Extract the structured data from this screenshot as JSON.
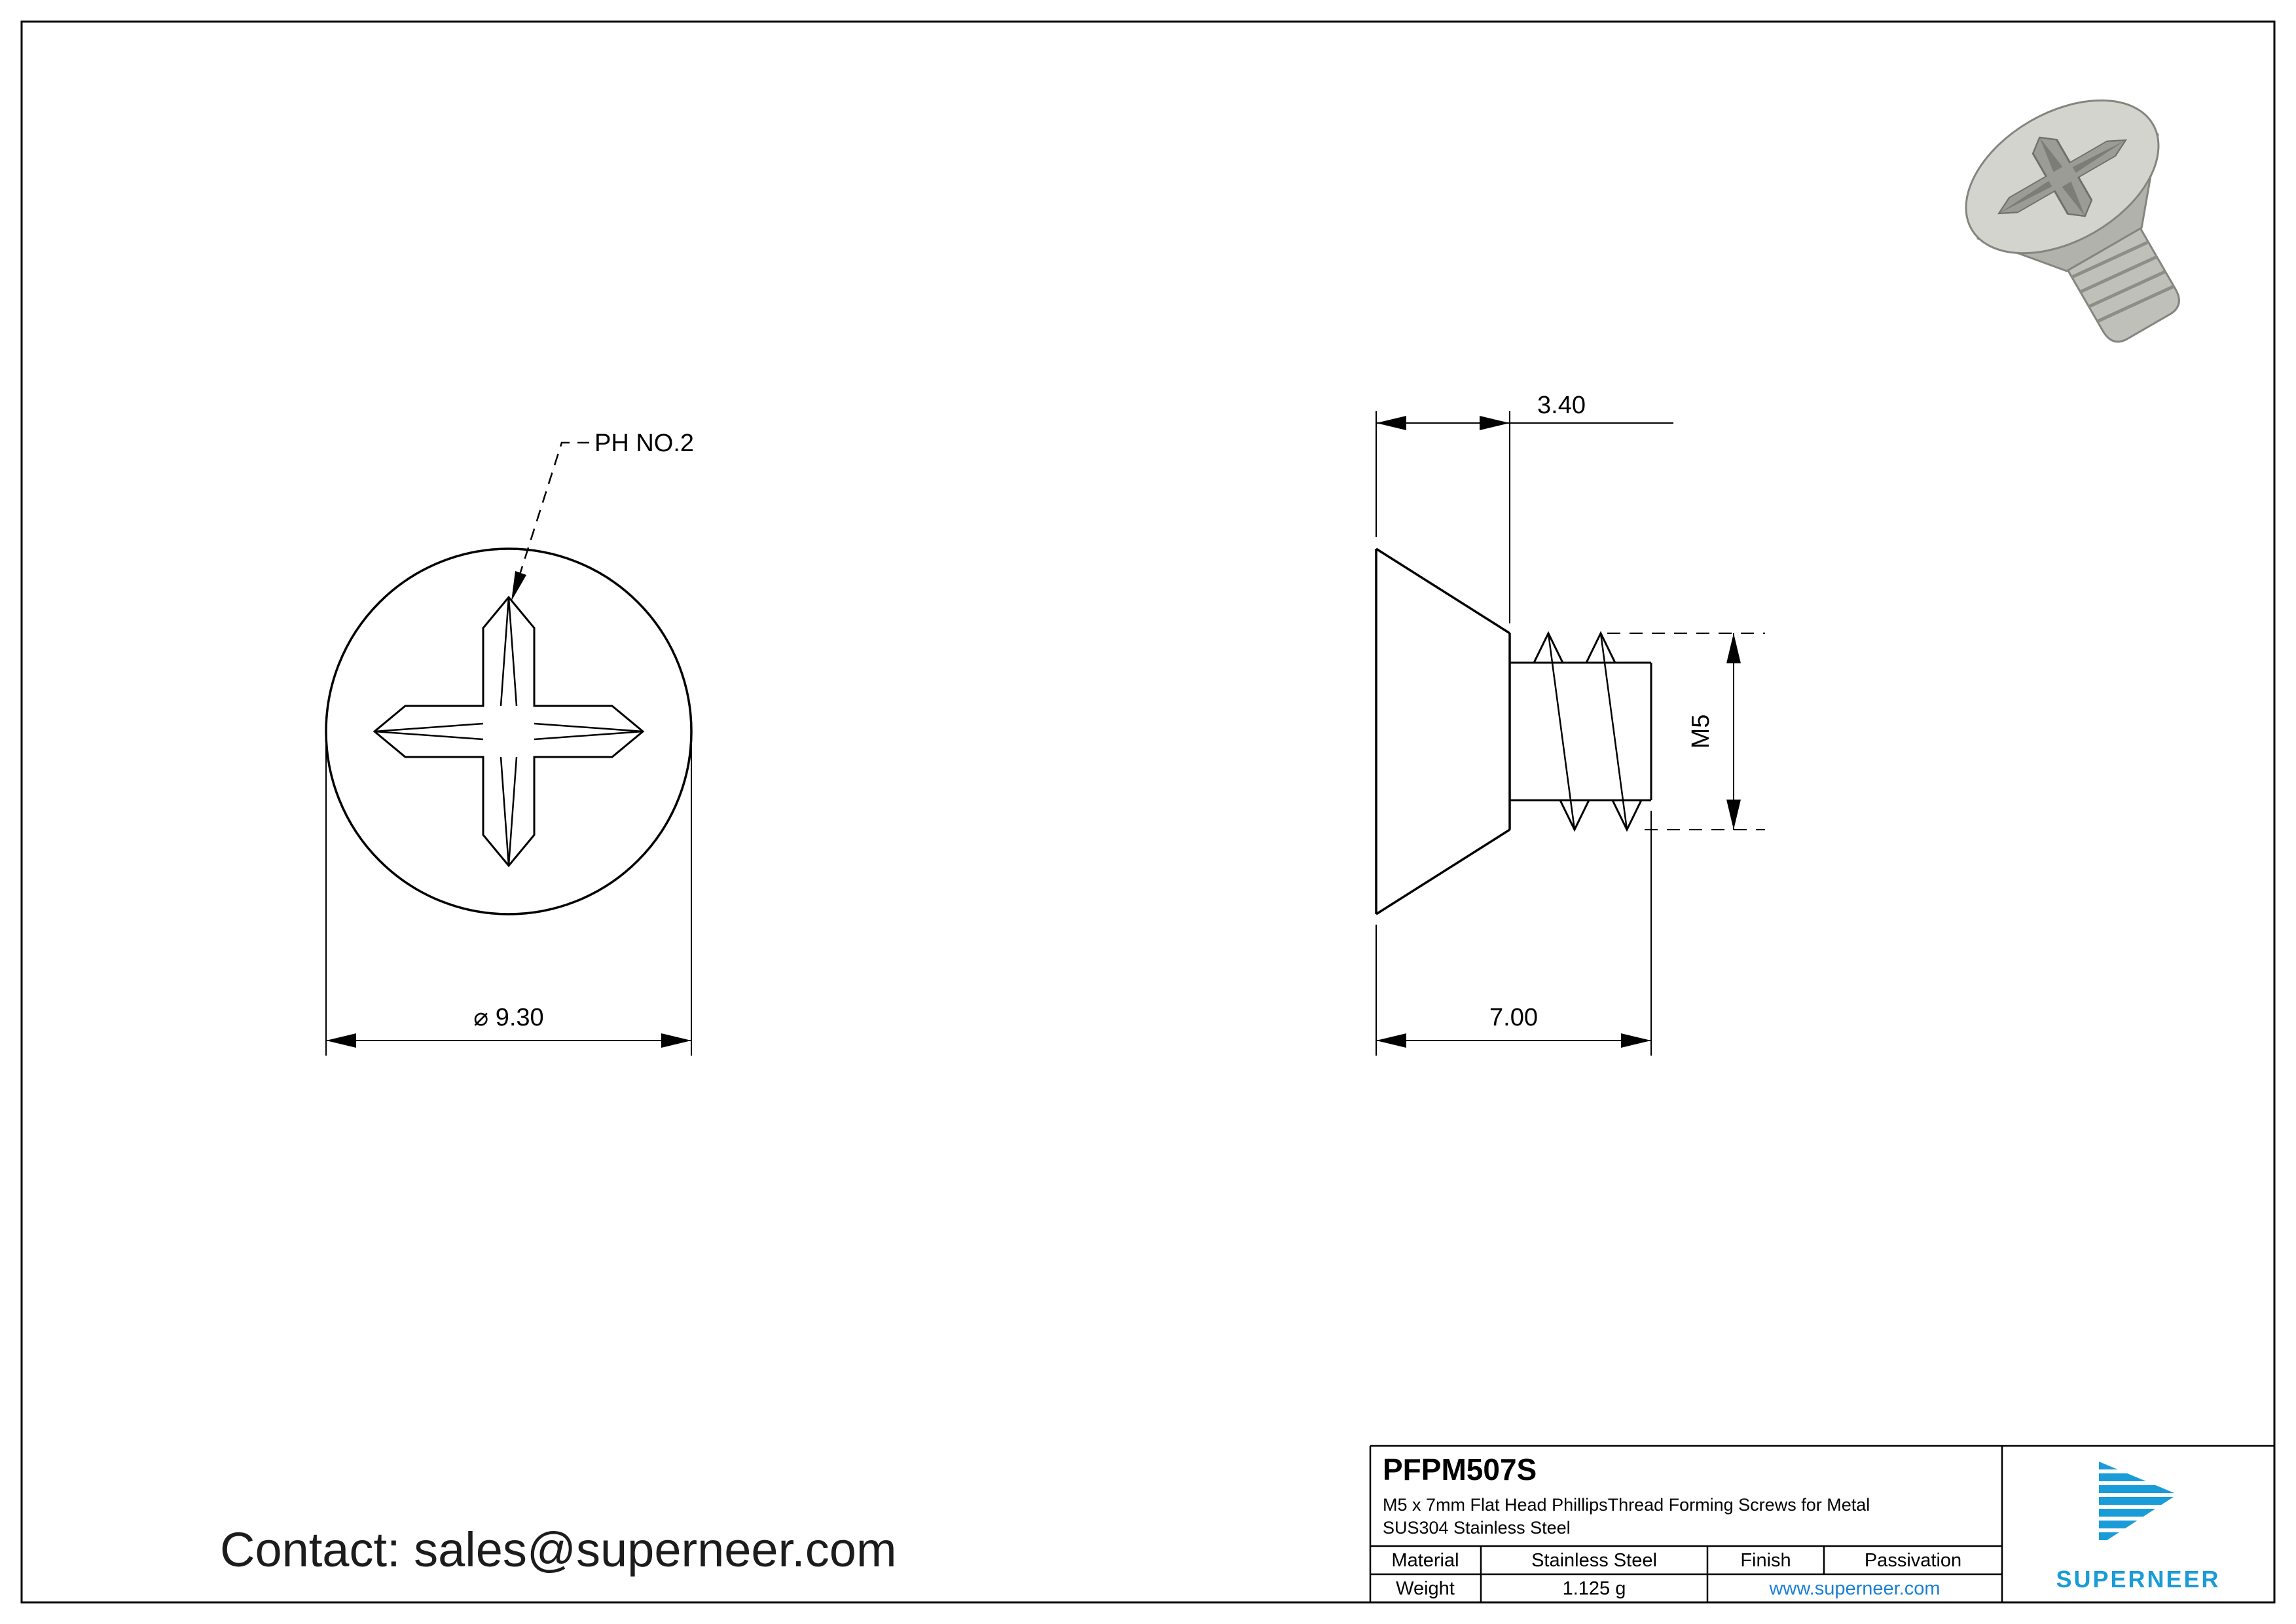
{
  "drawing": {
    "front_view": {
      "recess_label": "PH NO.2",
      "diameter_label": "⌀ 9.30"
    },
    "side_view": {
      "head_height_label": "3.40",
      "thread_label": "M5",
      "length_label": "7.00"
    }
  },
  "contact": {
    "label": "Contact: sales@superneer.com"
  },
  "title_block": {
    "part_number": "PFPM507S",
    "description_line1": "M5 x 7mm Flat Head PhillipsThread Forming Screws for Metal",
    "description_line2": "SUS304 Stainless Steel",
    "material_label": "Material",
    "material_value": "Stainless Steel",
    "finish_label": "Finish",
    "finish_value": "Passivation",
    "weight_label": "Weight",
    "weight_value": "1.125 g",
    "website": "www.superneer.com",
    "brand": "SUPERNEER"
  },
  "colors": {
    "line": "#000000",
    "brand_blue": "#1a9cd8",
    "link_blue": "#1a7fd4"
  }
}
